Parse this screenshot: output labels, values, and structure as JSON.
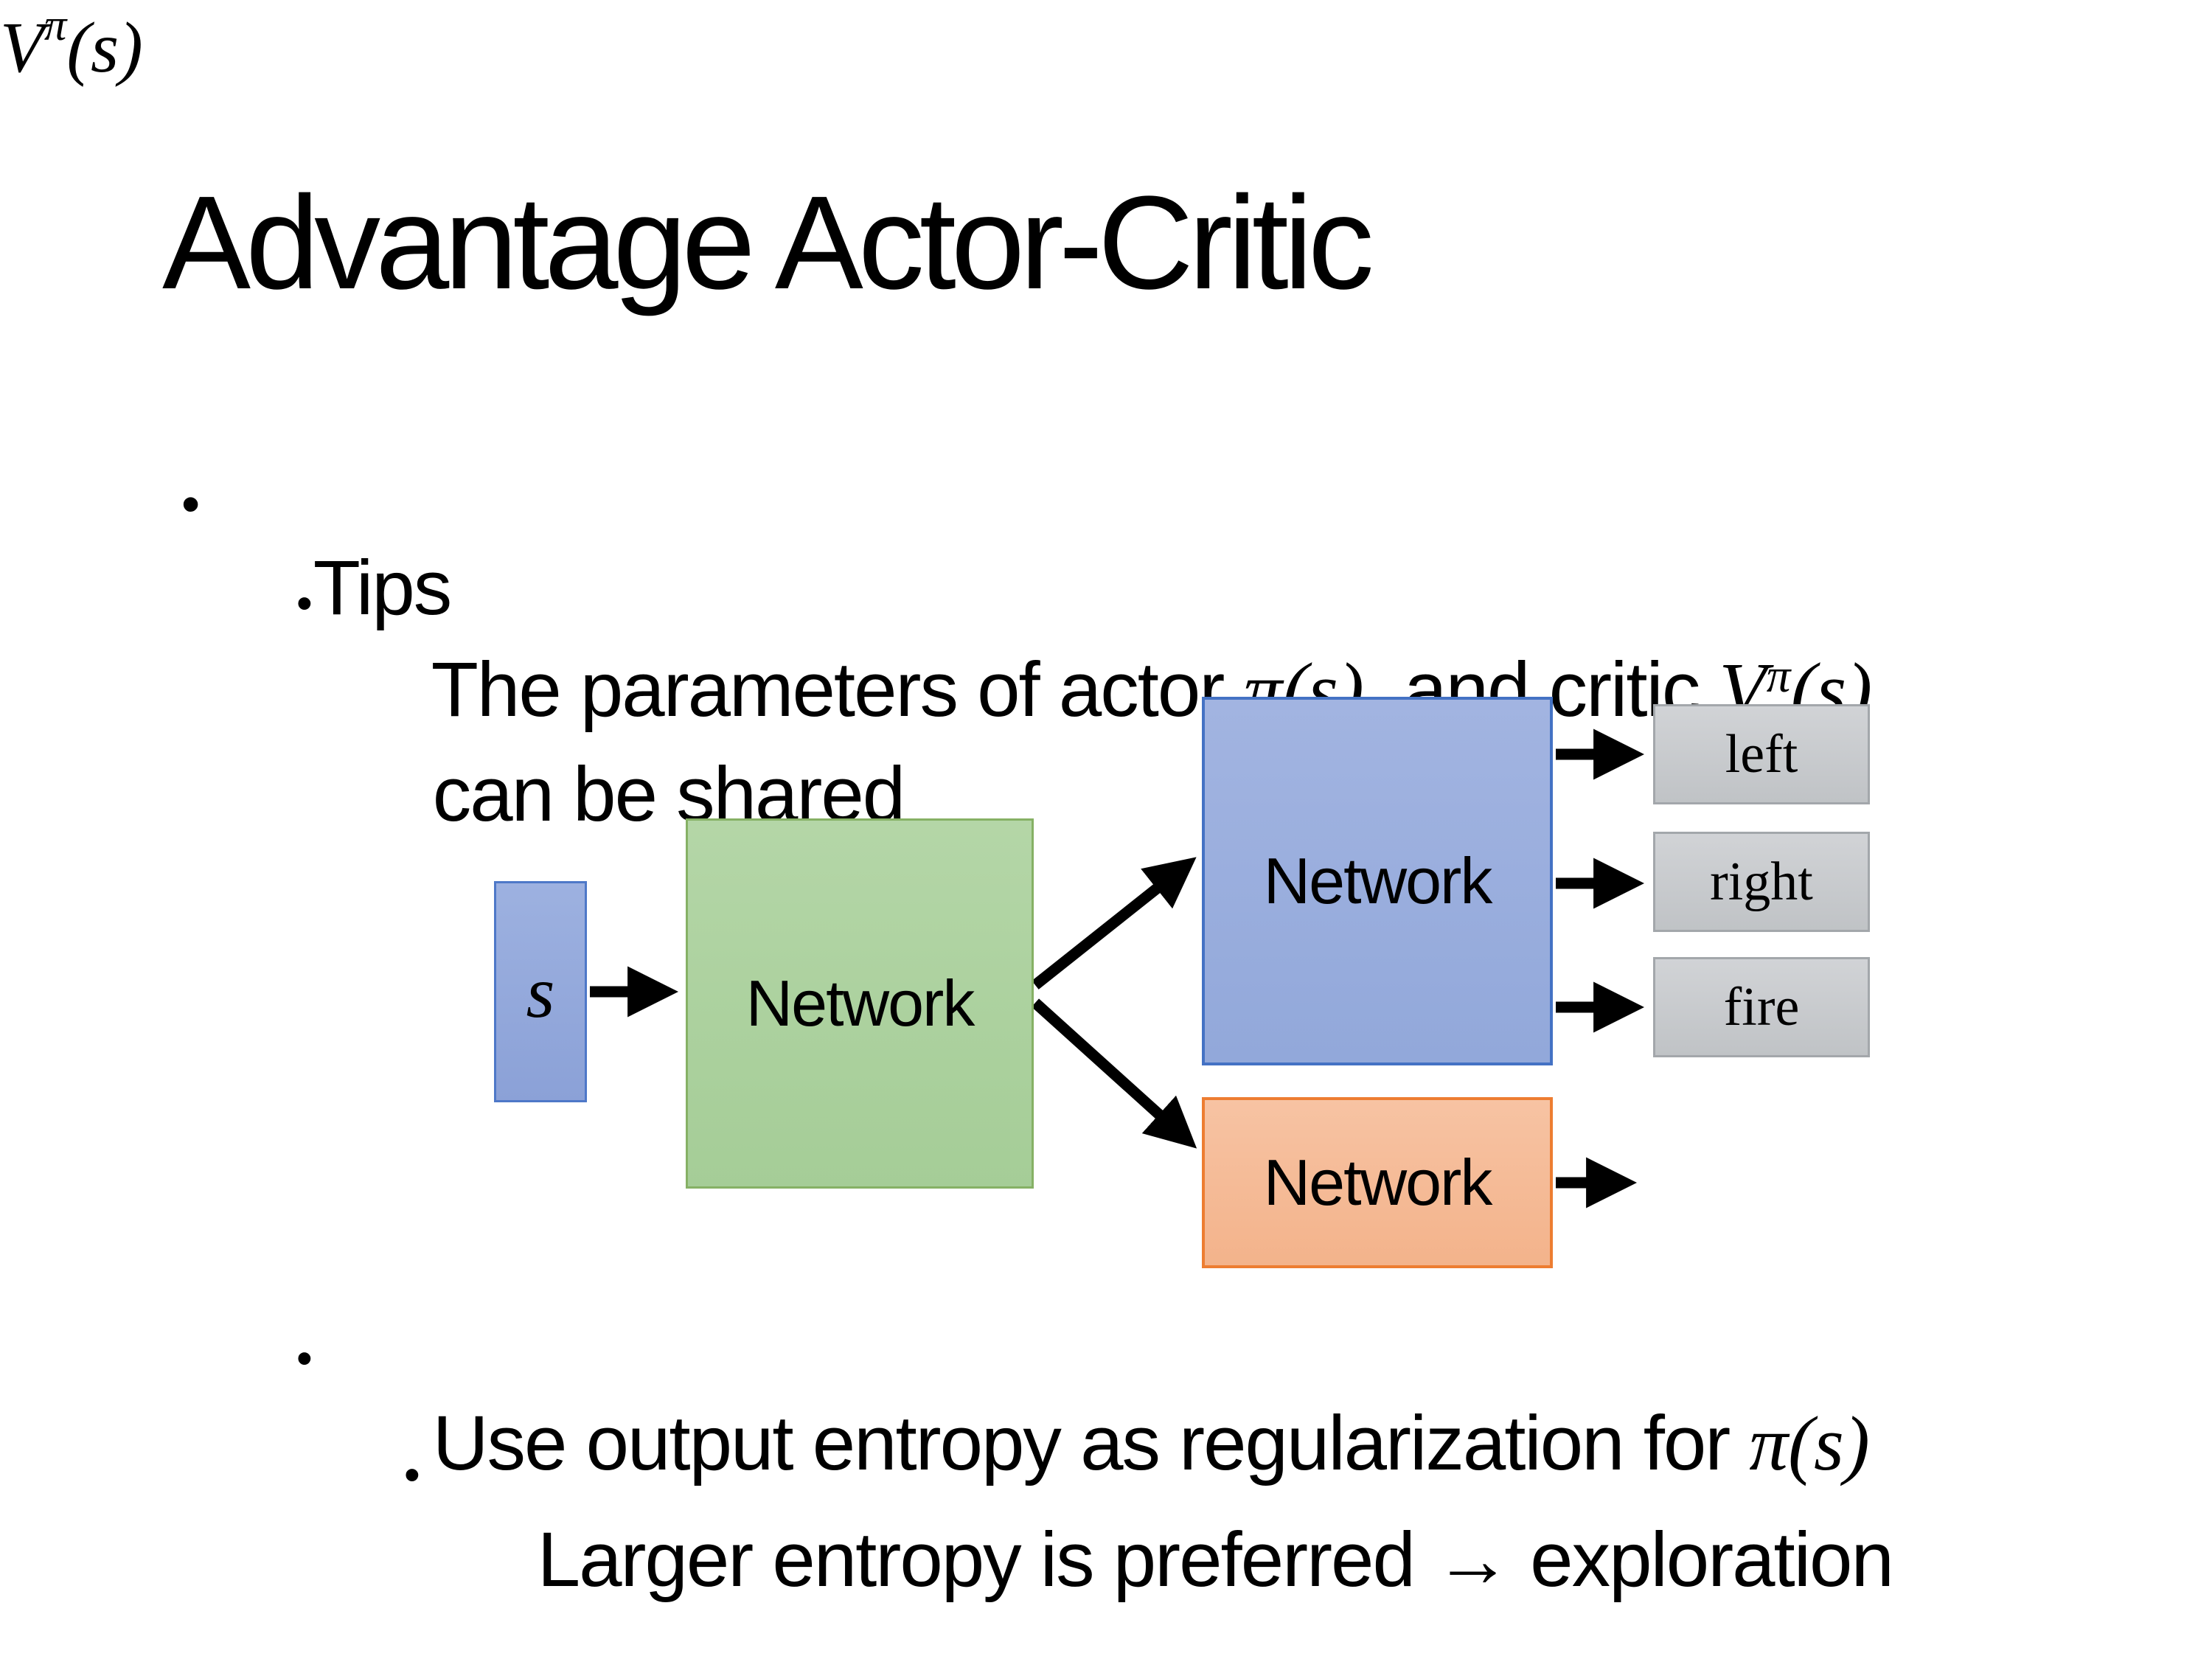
{
  "slide": {
    "title": "Advantage Actor-Critic",
    "bullets": {
      "glyph": "•",
      "tips": "Tips",
      "shared_prefix": "The parameters of actor ",
      "shared_math_pi": "π(s)",
      "shared_middle": "  and critic ",
      "shared_math_V": "V",
      "shared_math_V_sup": "π",
      "shared_math_V_args": "(s)",
      "shared_line2": "can be shared",
      "entropy_prefix": "Use output entropy as regularization for ",
      "entropy_math": "π(s)",
      "exploration": "Larger entropy is preferred → exploration"
    },
    "diagram": {
      "state_label": "s",
      "shared_network_label": "Network",
      "actor_network_label": "Network",
      "critic_network_label": "Network",
      "actions": [
        "left",
        "right",
        "fire"
      ],
      "value_V": "V",
      "value_sup": "π",
      "value_args": "(s)",
      "colors": {
        "state_fill": "#92a7da",
        "state_border": "#4e78c8",
        "shared_fill": "#aed2a0",
        "shared_border": "#86b165",
        "actor_fill": "#9bafdd",
        "actor_border": "#4472c4",
        "critic_fill": "#f5bb97",
        "critic_border": "#ed7d31",
        "action_fill": "#c8cacd",
        "action_border": "#a3a7ab",
        "arrow": "#000000",
        "text": "#000000",
        "background": "#ffffff"
      }
    }
  }
}
